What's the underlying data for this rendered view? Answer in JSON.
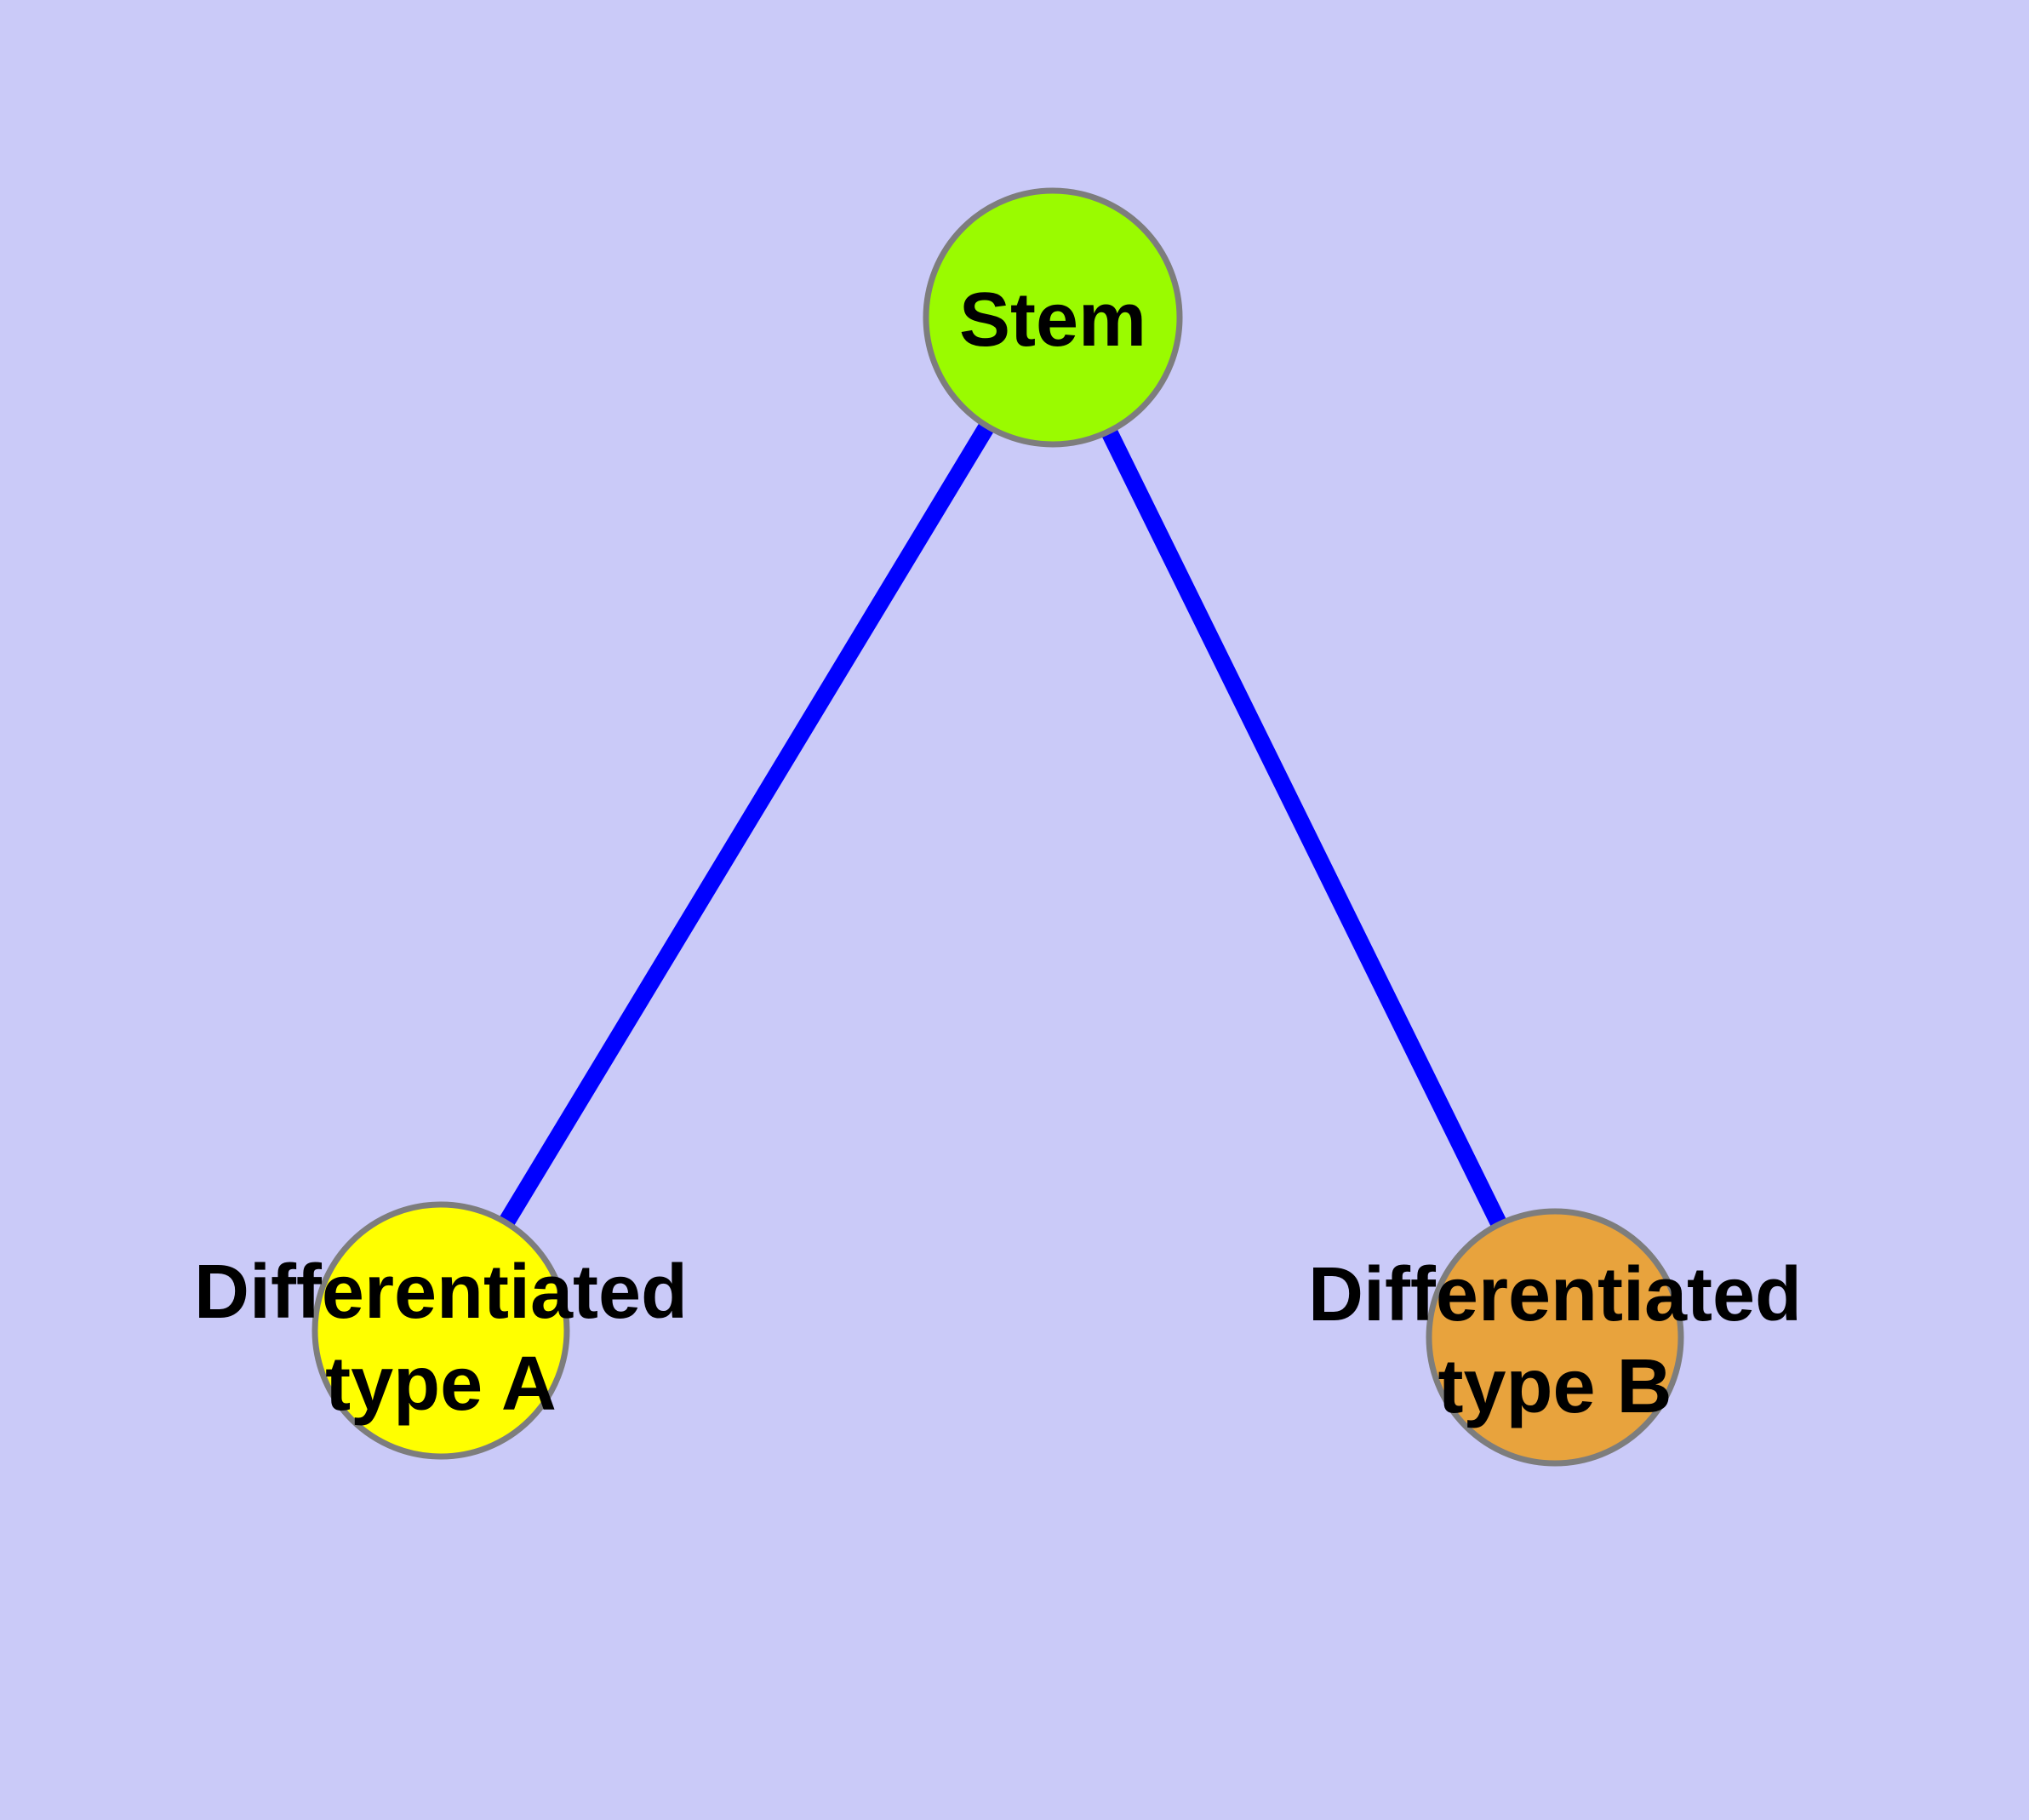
{
  "diagram": {
    "type": "graph",
    "background": "#CACAF8",
    "edge_color": "#0000FF",
    "node_stroke_color": "#7D7D7D",
    "label_color": "#000000",
    "nodes": [
      {
        "id": "stem",
        "label": "Stem",
        "label_lines": [
          "Stem"
        ],
        "fill": "#9AFB00"
      },
      {
        "id": "differentiated-type-a",
        "label": "Differentiated type A",
        "label_lines": [
          "Differentiated",
          "type A"
        ],
        "fill": "#FFFF00"
      },
      {
        "id": "differentiated-type-b",
        "label": "Differentiated type B",
        "label_lines": [
          "Differentiated",
          "type B"
        ],
        "fill": "#E8A33D"
      }
    ],
    "edges": [
      {
        "from": "stem",
        "to": "differentiated-type-a"
      },
      {
        "from": "stem",
        "to": "differentiated-type-b"
      }
    ]
  }
}
